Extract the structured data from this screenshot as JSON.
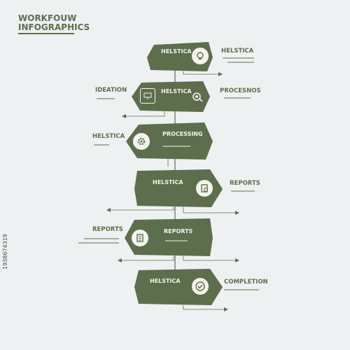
{
  "header": {
    "line1": "WORKFOUW",
    "line2": "INFOGRAPHICS"
  },
  "steps": [
    {
      "label": "HELSTICA",
      "icon": "lightbulb-icon"
    },
    {
      "label": "HELSTICA",
      "icon": "target-icon"
    },
    {
      "label": "PROCESSING",
      "icon": "gear-icon"
    },
    {
      "label": "HELSTICA",
      "icon": "clipboard-icon"
    },
    {
      "label": "REPORTS",
      "icon": "document-icon"
    },
    {
      "label": "HELSTICA",
      "icon": "check-icon"
    }
  ],
  "side_labels": {
    "s1_right": "HELSTICA",
    "s2_left": "IDEATION",
    "s2_right": "PROCESNOS",
    "s3_left": "HELSTICA",
    "s4_right": "REPORTS",
    "s5_left": "REPORTS",
    "s6_right": "COMPLETION"
  },
  "watermark": "1938674319",
  "colors": {
    "primary": "#5d6e4c",
    "light": "#f4f4ec",
    "background": "#eef1f2"
  }
}
